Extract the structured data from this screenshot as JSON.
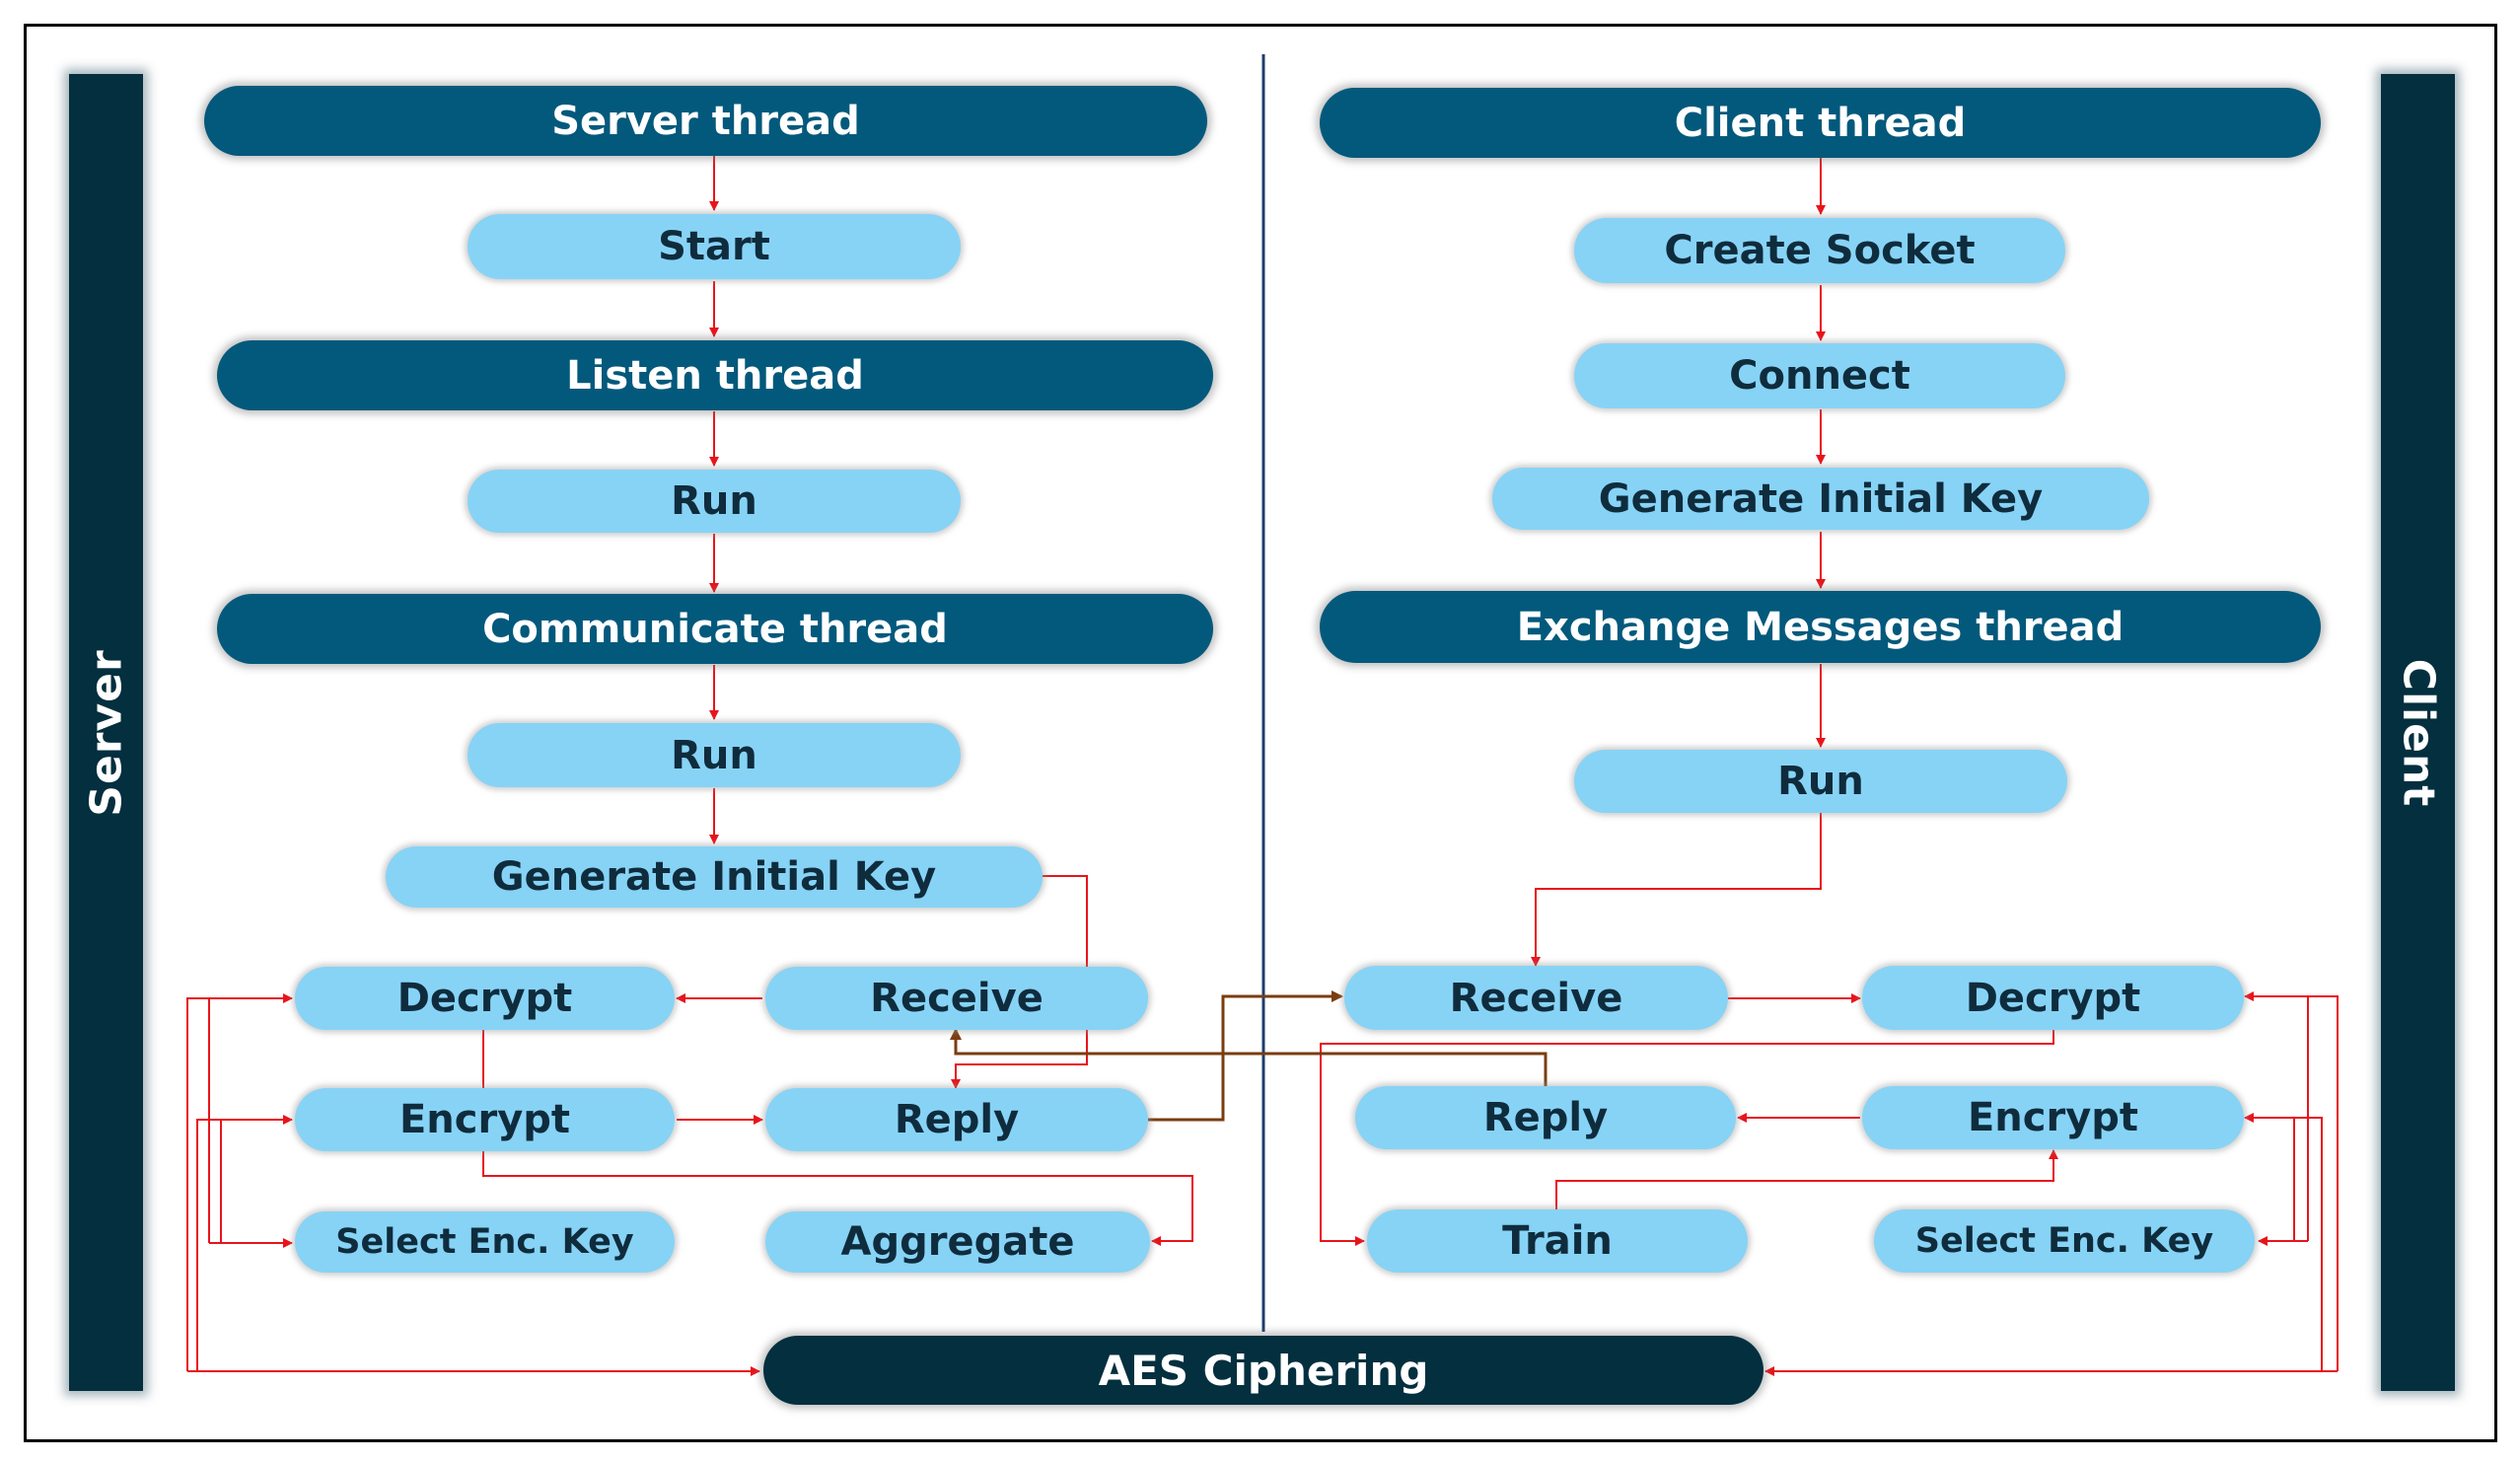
{
  "server_label": "Server",
  "client_label": "Client",
  "server": {
    "thread": "Server thread",
    "start": "Start",
    "listen_thread": "Listen thread",
    "run1": "Run",
    "communicate_thread": "Communicate thread",
    "run2": "Run",
    "gen_key": "Generate Initial Key",
    "decrypt": "Decrypt",
    "receive": "Receive",
    "encrypt": "Encrypt",
    "reply": "Reply",
    "select_key": "Select Enc. Key",
    "aggregate": "Aggregate"
  },
  "client": {
    "thread": "Client thread",
    "create_socket": "Create Socket",
    "connect": "Connect",
    "gen_key": "Generate Initial Key",
    "exchange_thread": "Exchange Messages thread",
    "run": "Run",
    "receive": "Receive",
    "decrypt": "Decrypt",
    "reply": "Reply",
    "encrypt": "Encrypt",
    "train": "Train",
    "select_key": "Select Enc. Key"
  },
  "aes": "AES Ciphering",
  "colors": {
    "dark_node": "#03597c",
    "light_node": "#87d3f6",
    "sidebar": "#032f3f",
    "flow_arrow": "#e8141b",
    "network_arrow": "#7a3d10",
    "divider": "#1c3e6b"
  }
}
